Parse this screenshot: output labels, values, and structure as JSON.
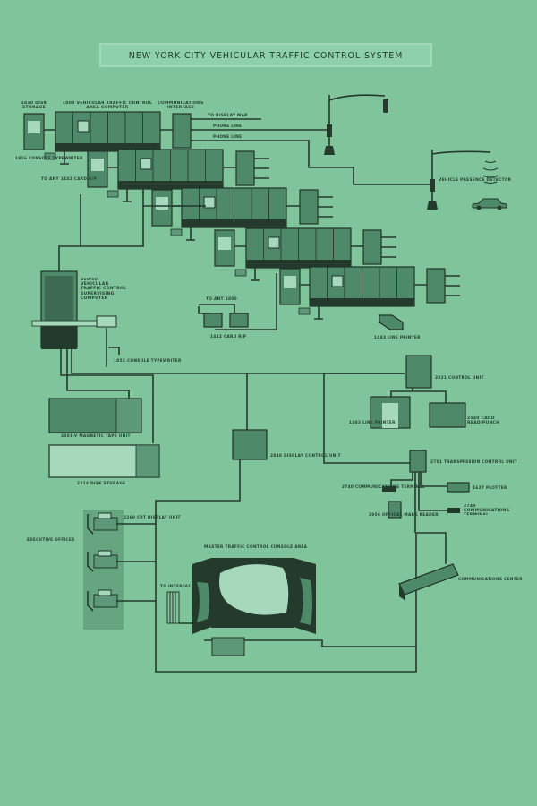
{
  "title": "NEW YORK CITY VEHICULAR TRAFFIC CONTROL SYSTEM",
  "area_computers": {
    "disk_storage": "1810 DISK STORAGE",
    "area_computer": "1800 VEHICULAR TRAFFIC CONTROL AREA COMPUTER",
    "comm_interface": "COMMUNICATIONS INTERFACE",
    "to_display_map": "TO DISPLAY MAP",
    "phone_line_1": "PHONE LINE",
    "phone_line_2": "PHONE LINE",
    "console_typewriter": "1816 CONSOLE TYPEWRITER",
    "to_any_card": "TO ANY 1442 CARD R/P"
  },
  "street": {
    "detector": "VEHICLE PRESENCE DETECTOR"
  },
  "supervisor": {
    "computer": "360/50 VEHICULAR TRAFFIC CONTROL SUPERVISING COMPUTER",
    "typewriter": "1052 CONSOLE TYPEWRITER",
    "to_any_1800": "TO ANY 1800",
    "card_rp": "1442 CARD R/P",
    "line_printer_1443": "1443 LINE PRINTER",
    "tape_unit": "2401-V MAGNETIC TAPE UNIT",
    "disk_storage": "2314 DISK STORAGE"
  },
  "peripherals": {
    "control_unit": "2821 CONTROL UNIT",
    "line_printer": "1403 LINE PRINTER",
    "card_read_punch": "2540 CARD READ/PUNCH",
    "display_control": "2848 DISPLAY CONTROL UNIT",
    "transmission_control": "2701 TRANSMISSION CONTROL UNIT",
    "comm_terminal_1": "2740 COMMUNICATIONS TERMINAL",
    "plotter": "1627 PLOTTER",
    "comm_terminal_2": "2740 COMMUNICATIONS TERMINAL",
    "mark_reader": "2956 OPTICAL MARK READER",
    "comm_center": "COMMUNICATIONS CENTER"
  },
  "offices": {
    "executive": "EXECUTIVE OFFICES",
    "crt": "2260 CRT DISPLAY UNIT",
    "console_area": "MASTER TRAFFIC CONTROL CONSOLE AREA",
    "to_interface": "TO INTERFACE"
  }
}
